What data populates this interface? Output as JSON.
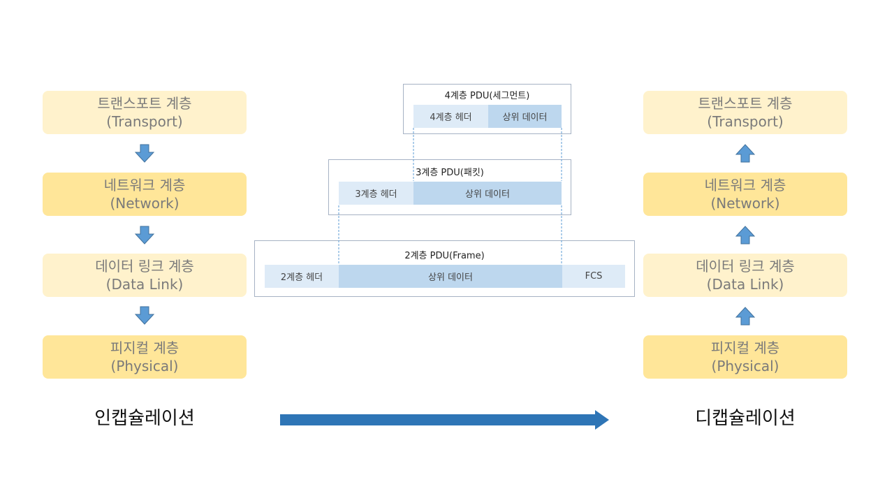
{
  "left_stack": [
    {
      "name": "트랜스포트 계층",
      "sub": "(Transport)"
    },
    {
      "name": "네트워크 계층",
      "sub": "(Network)"
    },
    {
      "name": "데이터 링크 계층",
      "sub": "(Data Link)"
    },
    {
      "name": "피지컬 계층",
      "sub": "(Physical)"
    }
  ],
  "right_stack": [
    {
      "name": "트랜스포트 계층",
      "sub": "(Transport)"
    },
    {
      "name": "네트워크 계층",
      "sub": "(Network)"
    },
    {
      "name": "데이터 링크 계층",
      "sub": "(Data Link)"
    },
    {
      "name": "피지컬 계층",
      "sub": "(Physical)"
    }
  ],
  "pdu4": {
    "title": "4계층 PDU(세그먼트)",
    "header": "4계층 헤더",
    "data": "상위 데이터"
  },
  "pdu3": {
    "title": "3계층 PDU(패킷)",
    "header": "3계층 헤더",
    "data": "상위 데이터"
  },
  "pdu2": {
    "title": "2계층 PDU(Frame)",
    "header": "2계층 헤더",
    "data": "상위 데이터",
    "trailer": "FCS"
  },
  "captions": {
    "encapsulation": "인캡슐레이션",
    "decapsulation": "디캡슐레이션"
  },
  "colors": {
    "layer_light": "#fff2cc",
    "layer_dark": "#ffe699",
    "small_arrow": "#5b9bd5",
    "big_arrow": "#2e75b6",
    "segment_light": "#deebf7",
    "segment_mid": "#bdd7ee"
  }
}
